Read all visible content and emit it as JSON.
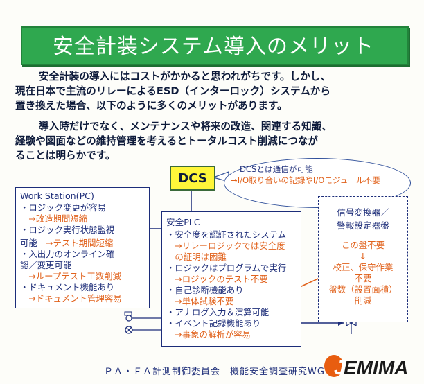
{
  "title": "安全計装システム導入のメリット",
  "paragraph1": [
    "安全計装の導入にはコストがかかると思われがちです。しかし、",
    "現在日本で主流のリレーによるESD（インターロック）システムから",
    "置き換えた場合、以下のように多くのメリットがあります。"
  ],
  "paragraph2": [
    "導入時だけでなく、メンテナンスや将来の改造、関連する知識、",
    "経験や図面などの維持管理を考えるとトータルコスト削減につなが",
    "ることは明らかです。"
  ],
  "dcs": {
    "label": "DCS",
    "note": "DCSとは通信が可能",
    "note_sub": "→I/O取り合いの記録やI/Oモジュール不要"
  },
  "workstation": {
    "title": "Work Station(PC)",
    "lines": [
      {
        "text": "・ロジック変更が容易",
        "color": "blue"
      },
      {
        "text": "　→改造期間短縮",
        "color": "orange"
      },
      {
        "text": "・ロジック実行状態監視",
        "color": "blue"
      },
      {
        "text": "可能　→テスト期間短縮",
        "color": "mixed"
      },
      {
        "text": "・入出力のオンライン確",
        "color": "blue"
      },
      {
        "text": "認／変更可能",
        "color": "blue"
      },
      {
        "text": "　→ループテスト工数削減",
        "color": "orange"
      },
      {
        "text": "・ドキュメント機能あり",
        "color": "blue"
      },
      {
        "text": "　→ドキュメント管理容易",
        "color": "orange"
      }
    ],
    "mixed_part1": "可能",
    "mixed_part2": "　→テスト期間短縮"
  },
  "plc": {
    "title": "安全PLC",
    "lines": [
      {
        "text": "・安全度を認証されたシステム",
        "color": "blue"
      },
      {
        "text": "　→リレーロジックでは安全度",
        "color": "orange"
      },
      {
        "text": "　の証明は困難",
        "color": "orange"
      },
      {
        "text": "・ロジックはプログラムで実行",
        "color": "blue"
      },
      {
        "text": "　→ロジックのテスト不要",
        "color": "orange"
      },
      {
        "text": "・自己診断機能あり",
        "color": "blue"
      },
      {
        "text": "　→単体試験不要",
        "color": "orange"
      },
      {
        "text": "・アナログ入力＆演算可能",
        "color": "blue"
      },
      {
        "text": "・イベント記録機能あり",
        "color": "blue"
      },
      {
        "text": "　→事象の解析が容易",
        "color": "orange"
      }
    ]
  },
  "converter": {
    "title1": "信号変換器／",
    "title2": "警報設定器盤",
    "lines": [
      "この盤不要",
      "↓",
      "校正、保守作業",
      "不要",
      "盤数（設置面積）",
      "削減"
    ]
  },
  "footer": {
    "org": "ＰＡ・ＦＡ計測制御委員会　機能安全調査研究WG",
    "logo": "JEMIMA"
  },
  "colors": {
    "title_green": "#2fa84f",
    "text_blue": "#1f2f7a",
    "text_orange": "#e1621c",
    "dcs_yellow": "#fff63a",
    "logo_orange": "#e85d10"
  }
}
